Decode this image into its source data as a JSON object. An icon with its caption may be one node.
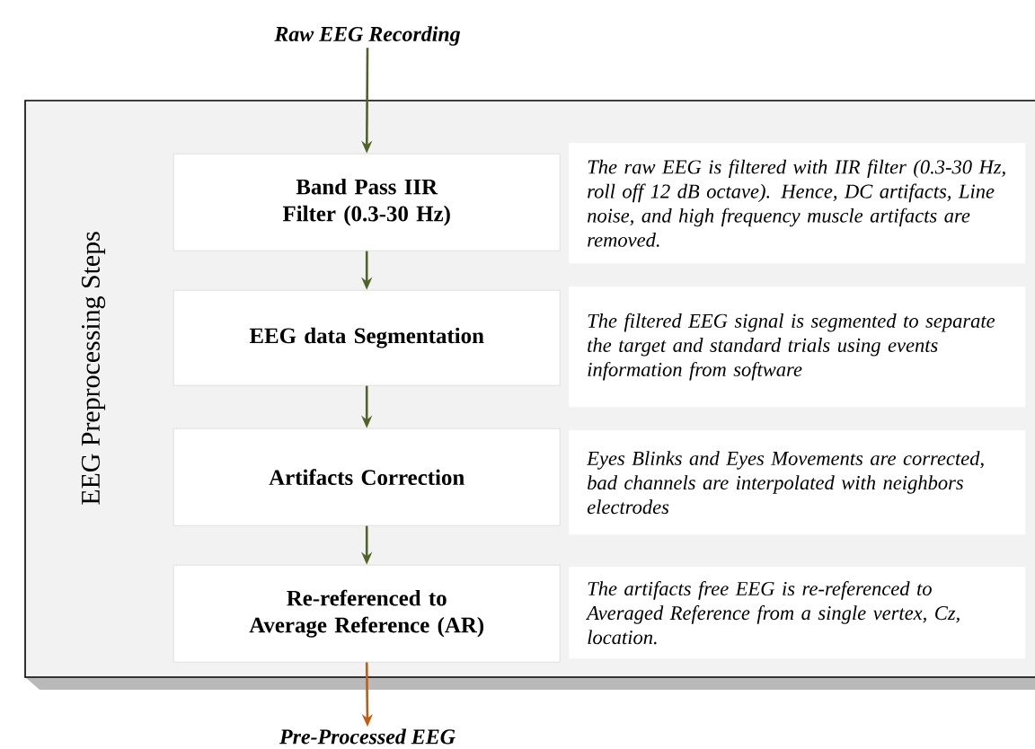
{
  "diagram": {
    "nodes": [
      {
        "text": [
          "Raw EEG Recording"
        ]
      },
      {
        "text": [
          "EEG Preprocessing Steps"
        ]
      },
      {
        "text": [
          "Band Pass IIR Filter (0.3-30 Hz)"
        ],
        "in": 1
      },
      {
        "text": [
          "The raw EEG is filtered with IIR filter (0.3-30 Hz, roll off 12 dB octave). Hence, DC artifacts, Line noise, and high frequency muscle artifacts are removed."
        ],
        "in": 1
      },
      {
        "text": [
          "EEG data Segmentation"
        ],
        "in": 1
      },
      {
        "text": [
          "The filtered EEG signal is segmented to separate the target and standard trials using events information from software"
        ],
        "in": 1
      },
      {
        "text": [
          "Artifacts Correction"
        ],
        "in": 1
      },
      {
        "text": [
          "Eyes Blinks and Eyes Movements are corrected, bad channels are interpolated with neighbors electrodes"
        ],
        "in": 1
      },
      {
        "text": [
          "Re-referenced to Average Reference (AR)"
        ],
        "in": 1
      },
      {
        "text": [
          "The artifacts free EEG is re-referenced to Averaged Reference from a single vertex, Cz, location."
        ],
        "in": 1
      },
      {
        "text": [
          "Pre-Processed EEG"
        ]
      }
    ],
    "edges": [
      {
        "from": 0,
        "to": 2,
        "arrow": "to"
      },
      {
        "from": 2,
        "to": 4,
        "arrow": "to"
      },
      {
        "from": 4,
        "to": 6,
        "arrow": "to"
      },
      {
        "from": 6,
        "to": 8,
        "arrow": "to"
      },
      {
        "from": 8,
        "to": 10,
        "arrow": "to",
        "color": "#c55a11"
      }
    ]
  }
}
